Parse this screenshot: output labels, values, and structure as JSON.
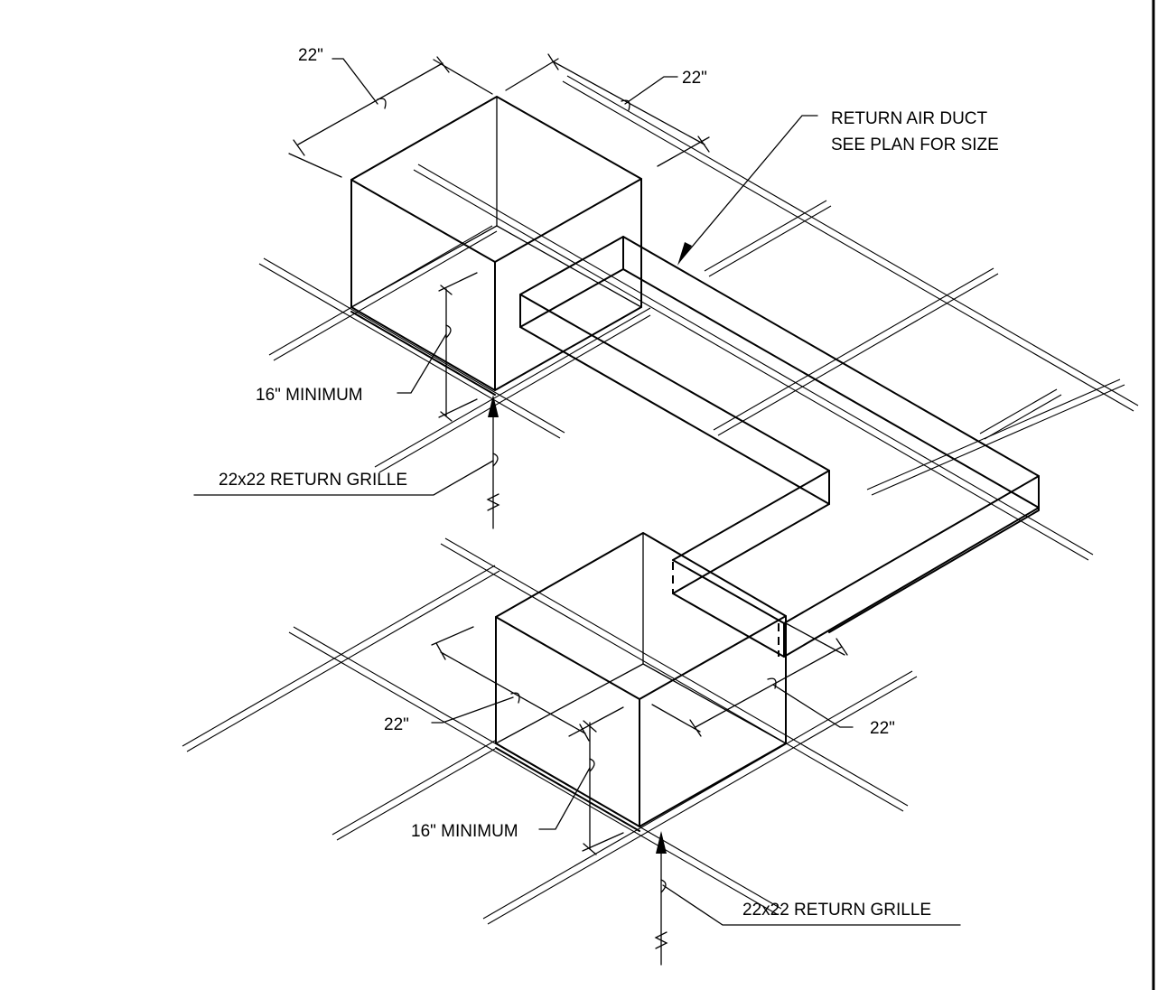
{
  "labels": {
    "upper_dim_left": "22\"",
    "upper_dim_right": "22\"",
    "return_duct_line1": "RETURN AIR DUCT",
    "return_duct_line2": "SEE PLAN FOR SIZE",
    "upper_min_height": "16\" MINIMUM",
    "upper_grille": "22x22 RETURN GRILLE",
    "lower_dim_left": "22\"",
    "lower_dim_right": "22\"",
    "lower_min_height": "16\" MINIMUM",
    "lower_grille": "22x22 RETURN GRILLE"
  }
}
